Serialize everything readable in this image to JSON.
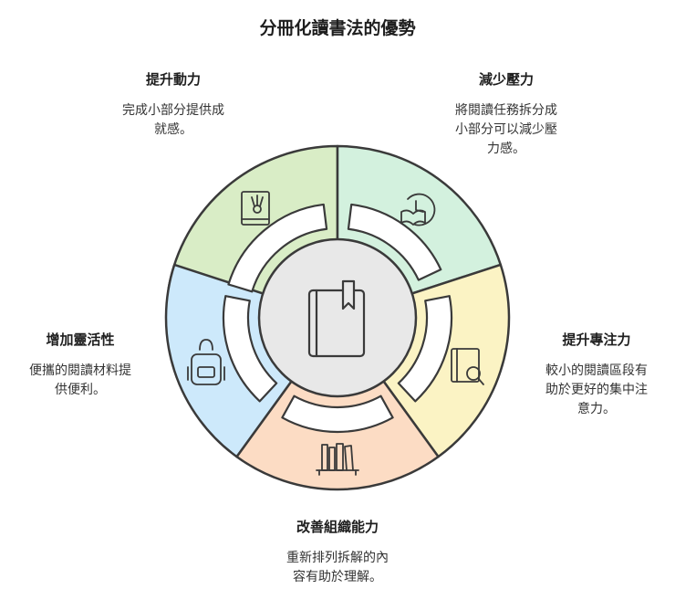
{
  "title": "分冊化讀書法的優勢",
  "benefits": [
    {
      "heading": "提升動力",
      "desc_lines": [
        "完成小部分提供成",
        "就感。"
      ],
      "color": "#d9edc6",
      "icon": "book-badminton-icon"
    },
    {
      "heading": "減少壓力",
      "desc_lines": [
        "將閱讀任務拆分成",
        "小部分可以減少壓",
        "力感。"
      ],
      "color": "#d3f1de",
      "icon": "clock-book-icon"
    },
    {
      "heading": "提升專注力",
      "desc_lines": [
        "較小的閱讀區段有",
        "助於更好的集中注",
        "意力。"
      ],
      "color": "#fbf3c4",
      "icon": "book-magnifier-icon"
    },
    {
      "heading": "改善組織能力",
      "desc_lines": [
        "重新排列拆解的內",
        "容有助於理解。"
      ],
      "color": "#fcdcc4",
      "icon": "bookshelf-icon"
    },
    {
      "heading": "增加靈活性",
      "desc_lines": [
        "便攜的閱讀材料提",
        "供便利。"
      ],
      "color": "#cde9fb",
      "icon": "backpack-icon"
    }
  ],
  "center_icon": "closed-book-icon",
  "stroke_color": "#3a3a3a",
  "ring_fill": "#ffffff",
  "center_fill": "#e8e8e8"
}
